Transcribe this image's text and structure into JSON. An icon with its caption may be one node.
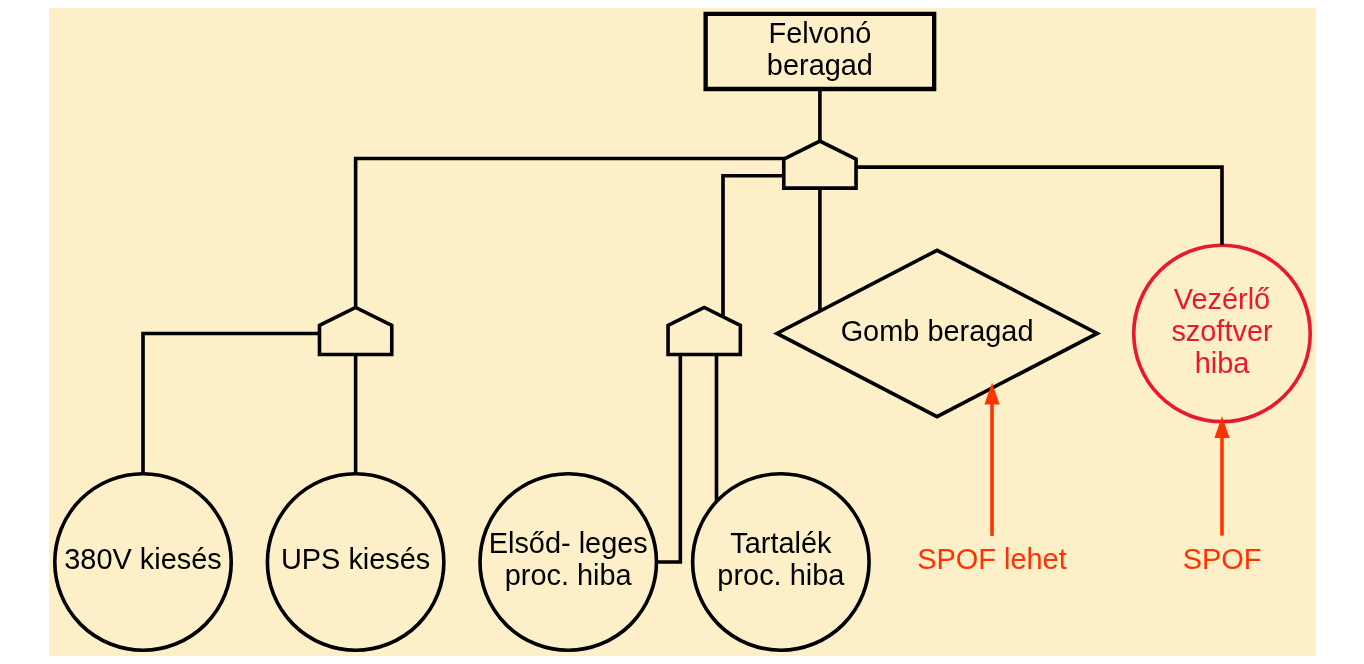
{
  "diagram": {
    "nodes": [
      {
        "text": [
          "Felvonó beragad"
        ]
      },
      {
        "text": [],
        "shape": "gate"
      },
      {
        "text": [],
        "shape": "gate"
      },
      {
        "text": [],
        "shape": "gate"
      },
      {
        "text": [
          "Gomb beragad"
        ]
      },
      {
        "text": [
          "380V kiesés"
        ]
      },
      {
        "text": [
          "UPS kiesés"
        ]
      },
      {
        "text": [
          "Elsőd- leges proc. hiba"
        ]
      },
      {
        "text": [
          "Tartalék proc. hiba"
        ]
      },
      {
        "text": [
          "Vezérlő szoftver hiba"
        ]
      },
      {
        "text": [
          "SPOF lehet"
        ]
      },
      {
        "text": [
          "SPOF"
        ]
      }
    ],
    "edges": [
      {
        "from": 1,
        "to": 0,
        "arrow": "none"
      },
      {
        "from": 4,
        "to": 1,
        "arrow": "none"
      },
      {
        "from": 2,
        "to": 1,
        "arrow": "none"
      },
      {
        "from": 3,
        "to": 1,
        "arrow": "none"
      },
      {
        "from": 9,
        "to": 1,
        "arrow": "none"
      },
      {
        "from": 5,
        "to": 2,
        "arrow": "none"
      },
      {
        "from": 6,
        "to": 2,
        "arrow": "none"
      },
      {
        "from": 7,
        "to": 3,
        "arrow": "none"
      },
      {
        "from": 8,
        "to": 3,
        "arrow": "none"
      },
      {
        "from": 10,
        "to": 4,
        "arrow": "to",
        "color": "#ff3300"
      },
      {
        "from": 11,
        "to": 9,
        "arrow": "to",
        "color": "#ff3300"
      }
    ]
  }
}
